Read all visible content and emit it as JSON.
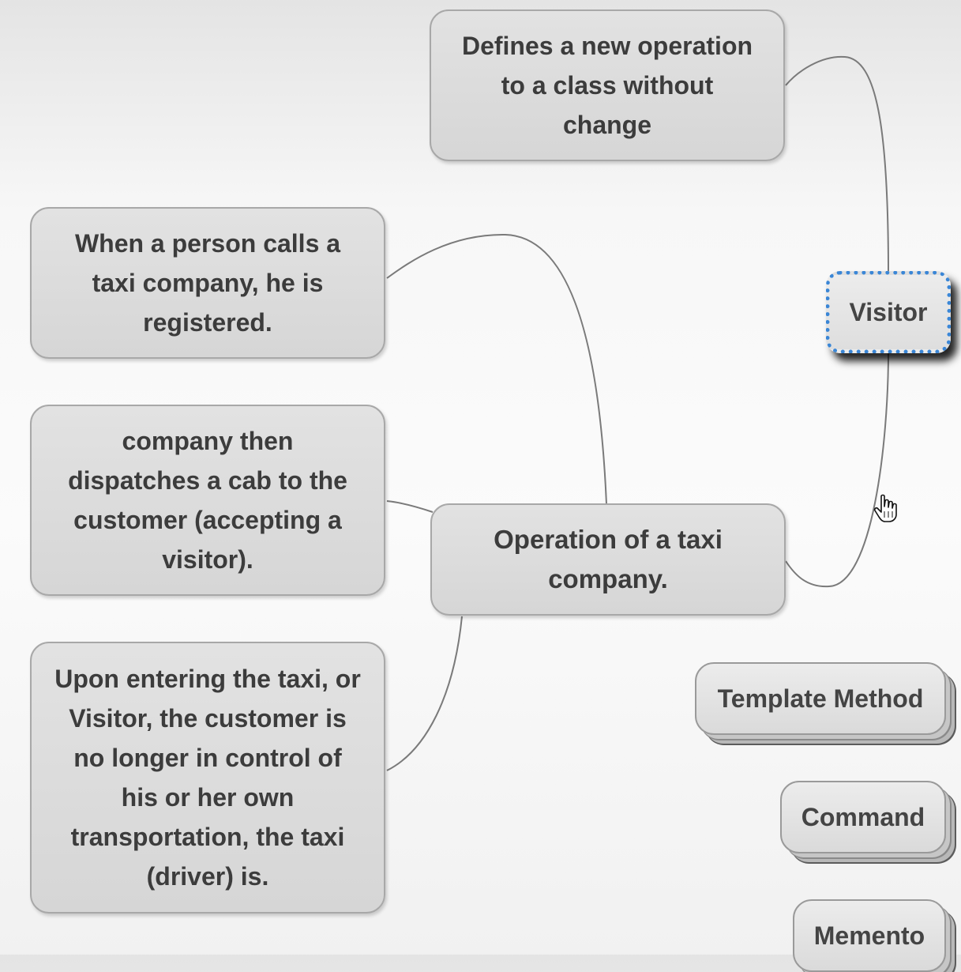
{
  "nodes": {
    "defines_op": "Defines a new operation\nto a class without\nchange",
    "person_calls": "When a person calls a\ntaxi company, he is\nregistered.",
    "dispatch": "company then\ndispatches a cab to the\ncustomer (accepting a\nvisitor).",
    "entering_taxi": "Upon entering the taxi, or\nVisitor, the customer is\nno longer in control of\nhis or her own\ntransportation, the taxi\n(driver) is.",
    "operation_taxi": "Operation of a taxi\ncompany.",
    "visitor": "Visitor",
    "template_method": "Template Method",
    "command": "Command",
    "memento": "Memento"
  },
  "colors": {
    "node_fill": "#d9d9d9",
    "node_border": "#a8a8a8",
    "connector": "#7a7a7a",
    "selection": "#3a86d6"
  },
  "icons": {
    "cursor": "hand-pointer-icon"
  }
}
